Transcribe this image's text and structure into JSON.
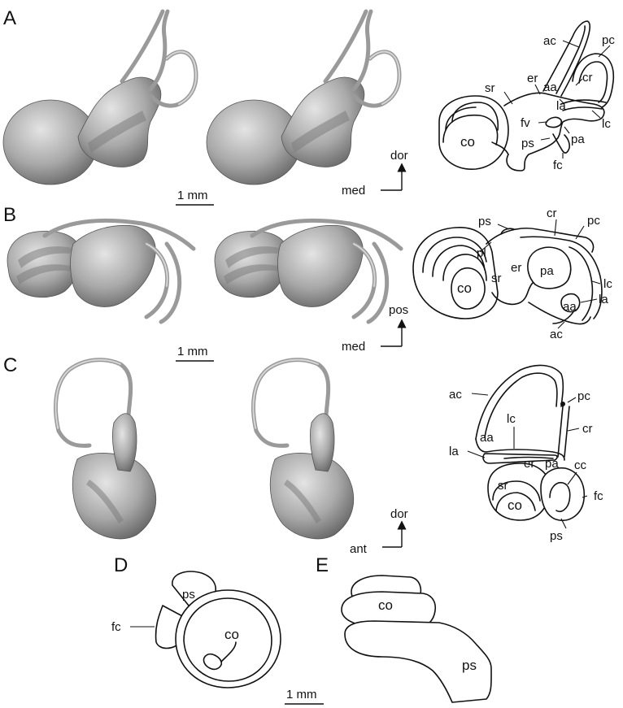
{
  "panels": {
    "A": {
      "letter": "A",
      "labels": {
        "ac": "ac",
        "pc": "pc",
        "cr": "cr",
        "er": "er",
        "aa": "aa",
        "sr": "sr",
        "la": "la",
        "lc": "lc",
        "fv": "fv",
        "pa": "pa",
        "co": "co",
        "ps": "ps",
        "fc": "fc"
      },
      "orientation": {
        "vertical": "dor",
        "horizontal": "med"
      },
      "scale_bar": "1 mm"
    },
    "B": {
      "letter": "B",
      "labels": {
        "ps": "ps",
        "cr": "cr",
        "pc": "pc",
        "pl": "pl",
        "er": "er",
        "sr": "sr",
        "pa": "pa",
        "lc": "lc",
        "co": "co",
        "la": "la",
        "aa": "aa",
        "ac": "ac"
      },
      "orientation": {
        "vertical": "pos",
        "horizontal": "med"
      },
      "scale_bar": "1 mm"
    },
    "C": {
      "letter": "C",
      "labels": {
        "ac": "ac",
        "pc": "pc",
        "lc": "lc",
        "cr": "cr",
        "aa": "aa",
        "la": "la",
        "er": "er",
        "pa": "pa",
        "cc": "cc",
        "sr": "sr",
        "fc": "fc",
        "co": "co",
        "ps": "ps"
      },
      "orientation": {
        "vertical": "dor",
        "horizontal": "ant"
      }
    },
    "D": {
      "letter": "D",
      "labels": {
        "ps": "ps",
        "fc": "fc",
        "co": "co"
      },
      "scale_bar": "1 mm"
    },
    "E": {
      "letter": "E",
      "labels": {
        "co": "co",
        "ps": "ps"
      }
    }
  },
  "colors": {
    "line": "#111111",
    "bone_light": "#e2e2e2",
    "bone_dark": "#6e6e6e"
  }
}
